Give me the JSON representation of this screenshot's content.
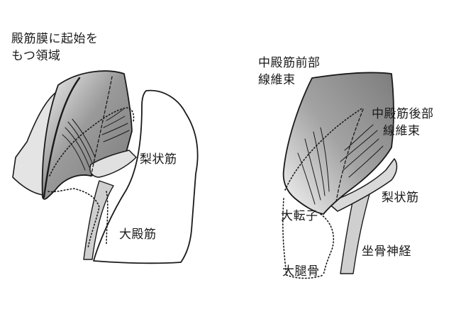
{
  "labels": {
    "left": {
      "fascia_origin_line1": "殿筋膜に起始を",
      "fascia_origin_line2": "もつ領域",
      "piriformis": "梨状筋",
      "gluteus_maximus": "大殿筋"
    },
    "right": {
      "anterior_line1": "中殿筋前部",
      "anterior_line2": "線維束",
      "posterior_line1": "中殿筋後部",
      "posterior_line2": "線維束",
      "piriformis": "梨状筋",
      "greater_trochanter": "大転子",
      "sciatic_nerve": "坐骨神経",
      "femur": "大腿骨"
    }
  },
  "colors": {
    "line": "#1a1a1a",
    "muscle_light": "#e8e8e8",
    "muscle_dark": "#8f8f8f",
    "structure_gray": "#cfcfcf"
  }
}
